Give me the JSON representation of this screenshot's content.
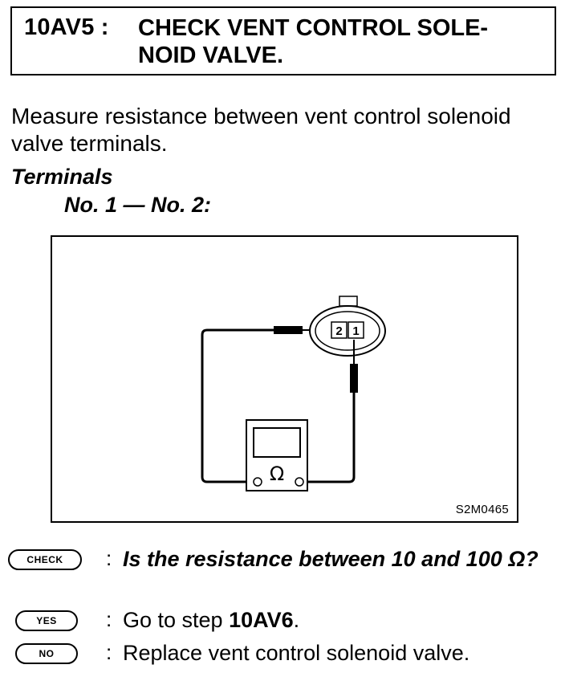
{
  "step": {
    "id": "10AV5 :",
    "title": "CHECK VENT CONTROL SOLE- NOID VALVE."
  },
  "instruction": "Measure resistance between vent control solenoid valve terminals.",
  "terminals": {
    "heading": "Terminals",
    "value": "No. 1 — No. 2:"
  },
  "figure": {
    "code": "S2M0465",
    "meter_symbol": "Ω",
    "terminal_1": "1",
    "terminal_2": "2"
  },
  "check": {
    "badge": "CHECK",
    "question": "Is the resistance between 10 and 100 Ω?"
  },
  "yes": {
    "badge": "YES",
    "text_prefix": "Go to step ",
    "step_ref": "10AV6",
    "text_suffix": "."
  },
  "no": {
    "badge": "NO",
    "text": "Replace vent control solenoid valve."
  },
  "colon": ":"
}
